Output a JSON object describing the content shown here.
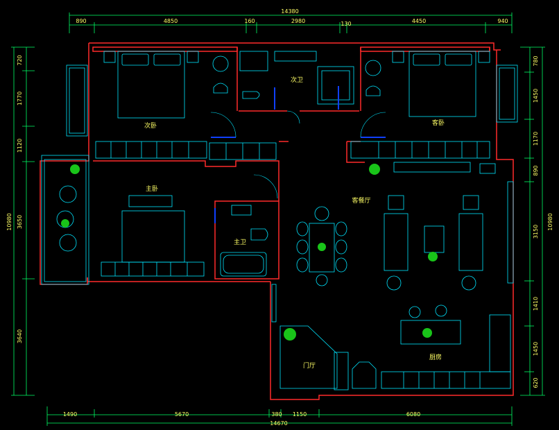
{
  "colors": {
    "background": "#000000",
    "wall": "#ff2a2a",
    "furniture": "#00e5ff",
    "dimension_line": "#00ff66",
    "text": "#ffff66",
    "plant": "#19c419",
    "door": "#1040ff"
  },
  "dimensions": {
    "top_total": "14380",
    "top": [
      "890",
      "4850",
      "160",
      "2980",
      "130",
      "4450",
      "940"
    ],
    "bottom_total": "14670",
    "bottom": [
      "1490",
      "5670",
      "380",
      "1150",
      "6080"
    ],
    "left_total": "10980",
    "left": [
      "720",
      "1770",
      "1120",
      "3650",
      "3640"
    ],
    "right_total": "10980",
    "right": [
      "780",
      "1450",
      "1170",
      "890",
      "3150",
      "1410",
      "1450",
      "620"
    ]
  },
  "rooms": {
    "second_bedroom": "次卧",
    "second_bath": "次卫",
    "guest_bedroom": "客卧",
    "master_bedroom": "主卧",
    "master_bath": "主卫",
    "living_dining": "客餐厅",
    "entry": "门厅",
    "kitchen": "厨房"
  }
}
